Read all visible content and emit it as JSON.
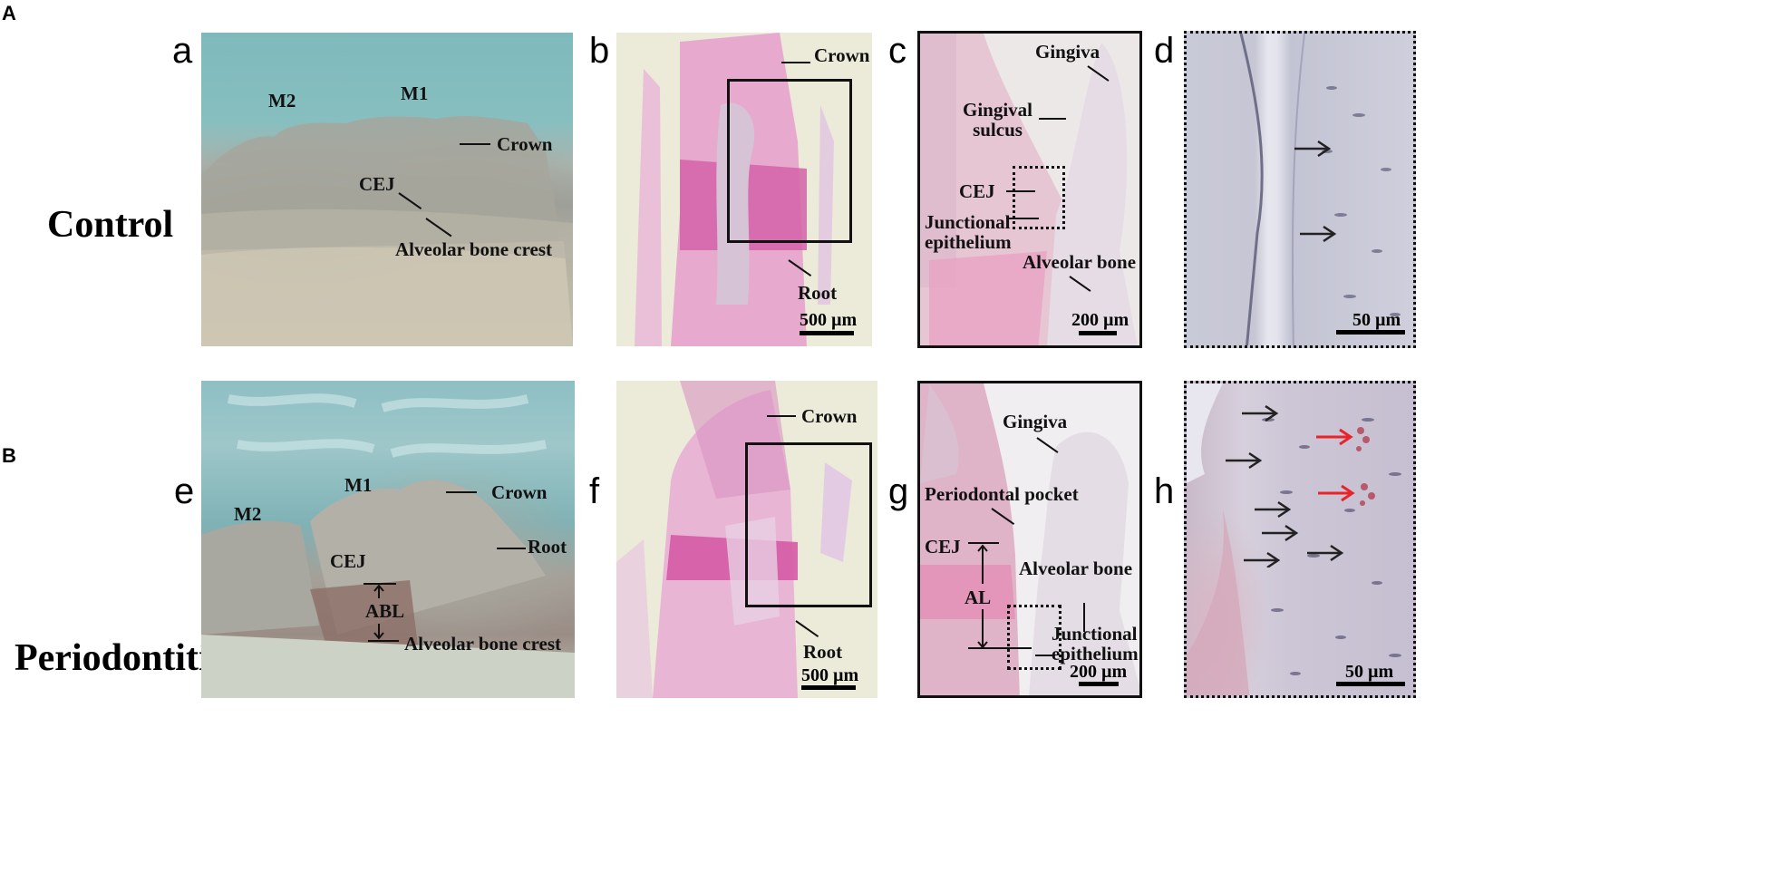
{
  "figure": {
    "sections": {
      "A": "A",
      "B": "B"
    },
    "rows": {
      "control": "Control",
      "periodontitis": "Periodontitis"
    },
    "panels": {
      "a": {
        "letter": "a",
        "M2": "M2",
        "M1": "M1",
        "crown": "Crown",
        "cej": "CEJ",
        "abc": "Alveolar bone crest"
      },
      "b": {
        "letter": "b",
        "crown": "Crown",
        "root": "Root",
        "scale": "500 µm"
      },
      "c": {
        "letter": "c",
        "gingiva": "Gingiva",
        "sulcus": "Gingival\nsulcus",
        "cej": "CEJ",
        "je": "Junctional\nepithelium",
        "ab": "Alveolar bone",
        "scale": "200 µm"
      },
      "d": {
        "letter": "d",
        "scale": "50 µm"
      },
      "e": {
        "letter": "e",
        "M2": "M2",
        "M1": "M1",
        "crown": "Crown",
        "root": "Root",
        "cej": "CEJ",
        "abl": "ABL",
        "abc": "Alveolar bone crest"
      },
      "f": {
        "letter": "f",
        "crown": "Crown",
        "root": "Root",
        "scale": "500 µm"
      },
      "g": {
        "letter": "g",
        "gingiva": "Gingiva",
        "pocket": "Periodontal pocket",
        "cej": "CEJ",
        "al": "AL",
        "ab": "Alveolar bone",
        "je": "Junctional\nepithelium",
        "scale": "200 µm"
      },
      "h": {
        "letter": "h",
        "scale": "50 µm"
      }
    },
    "colors": {
      "arrow_black": "#222222",
      "arrow_red": "#e8242a"
    }
  }
}
